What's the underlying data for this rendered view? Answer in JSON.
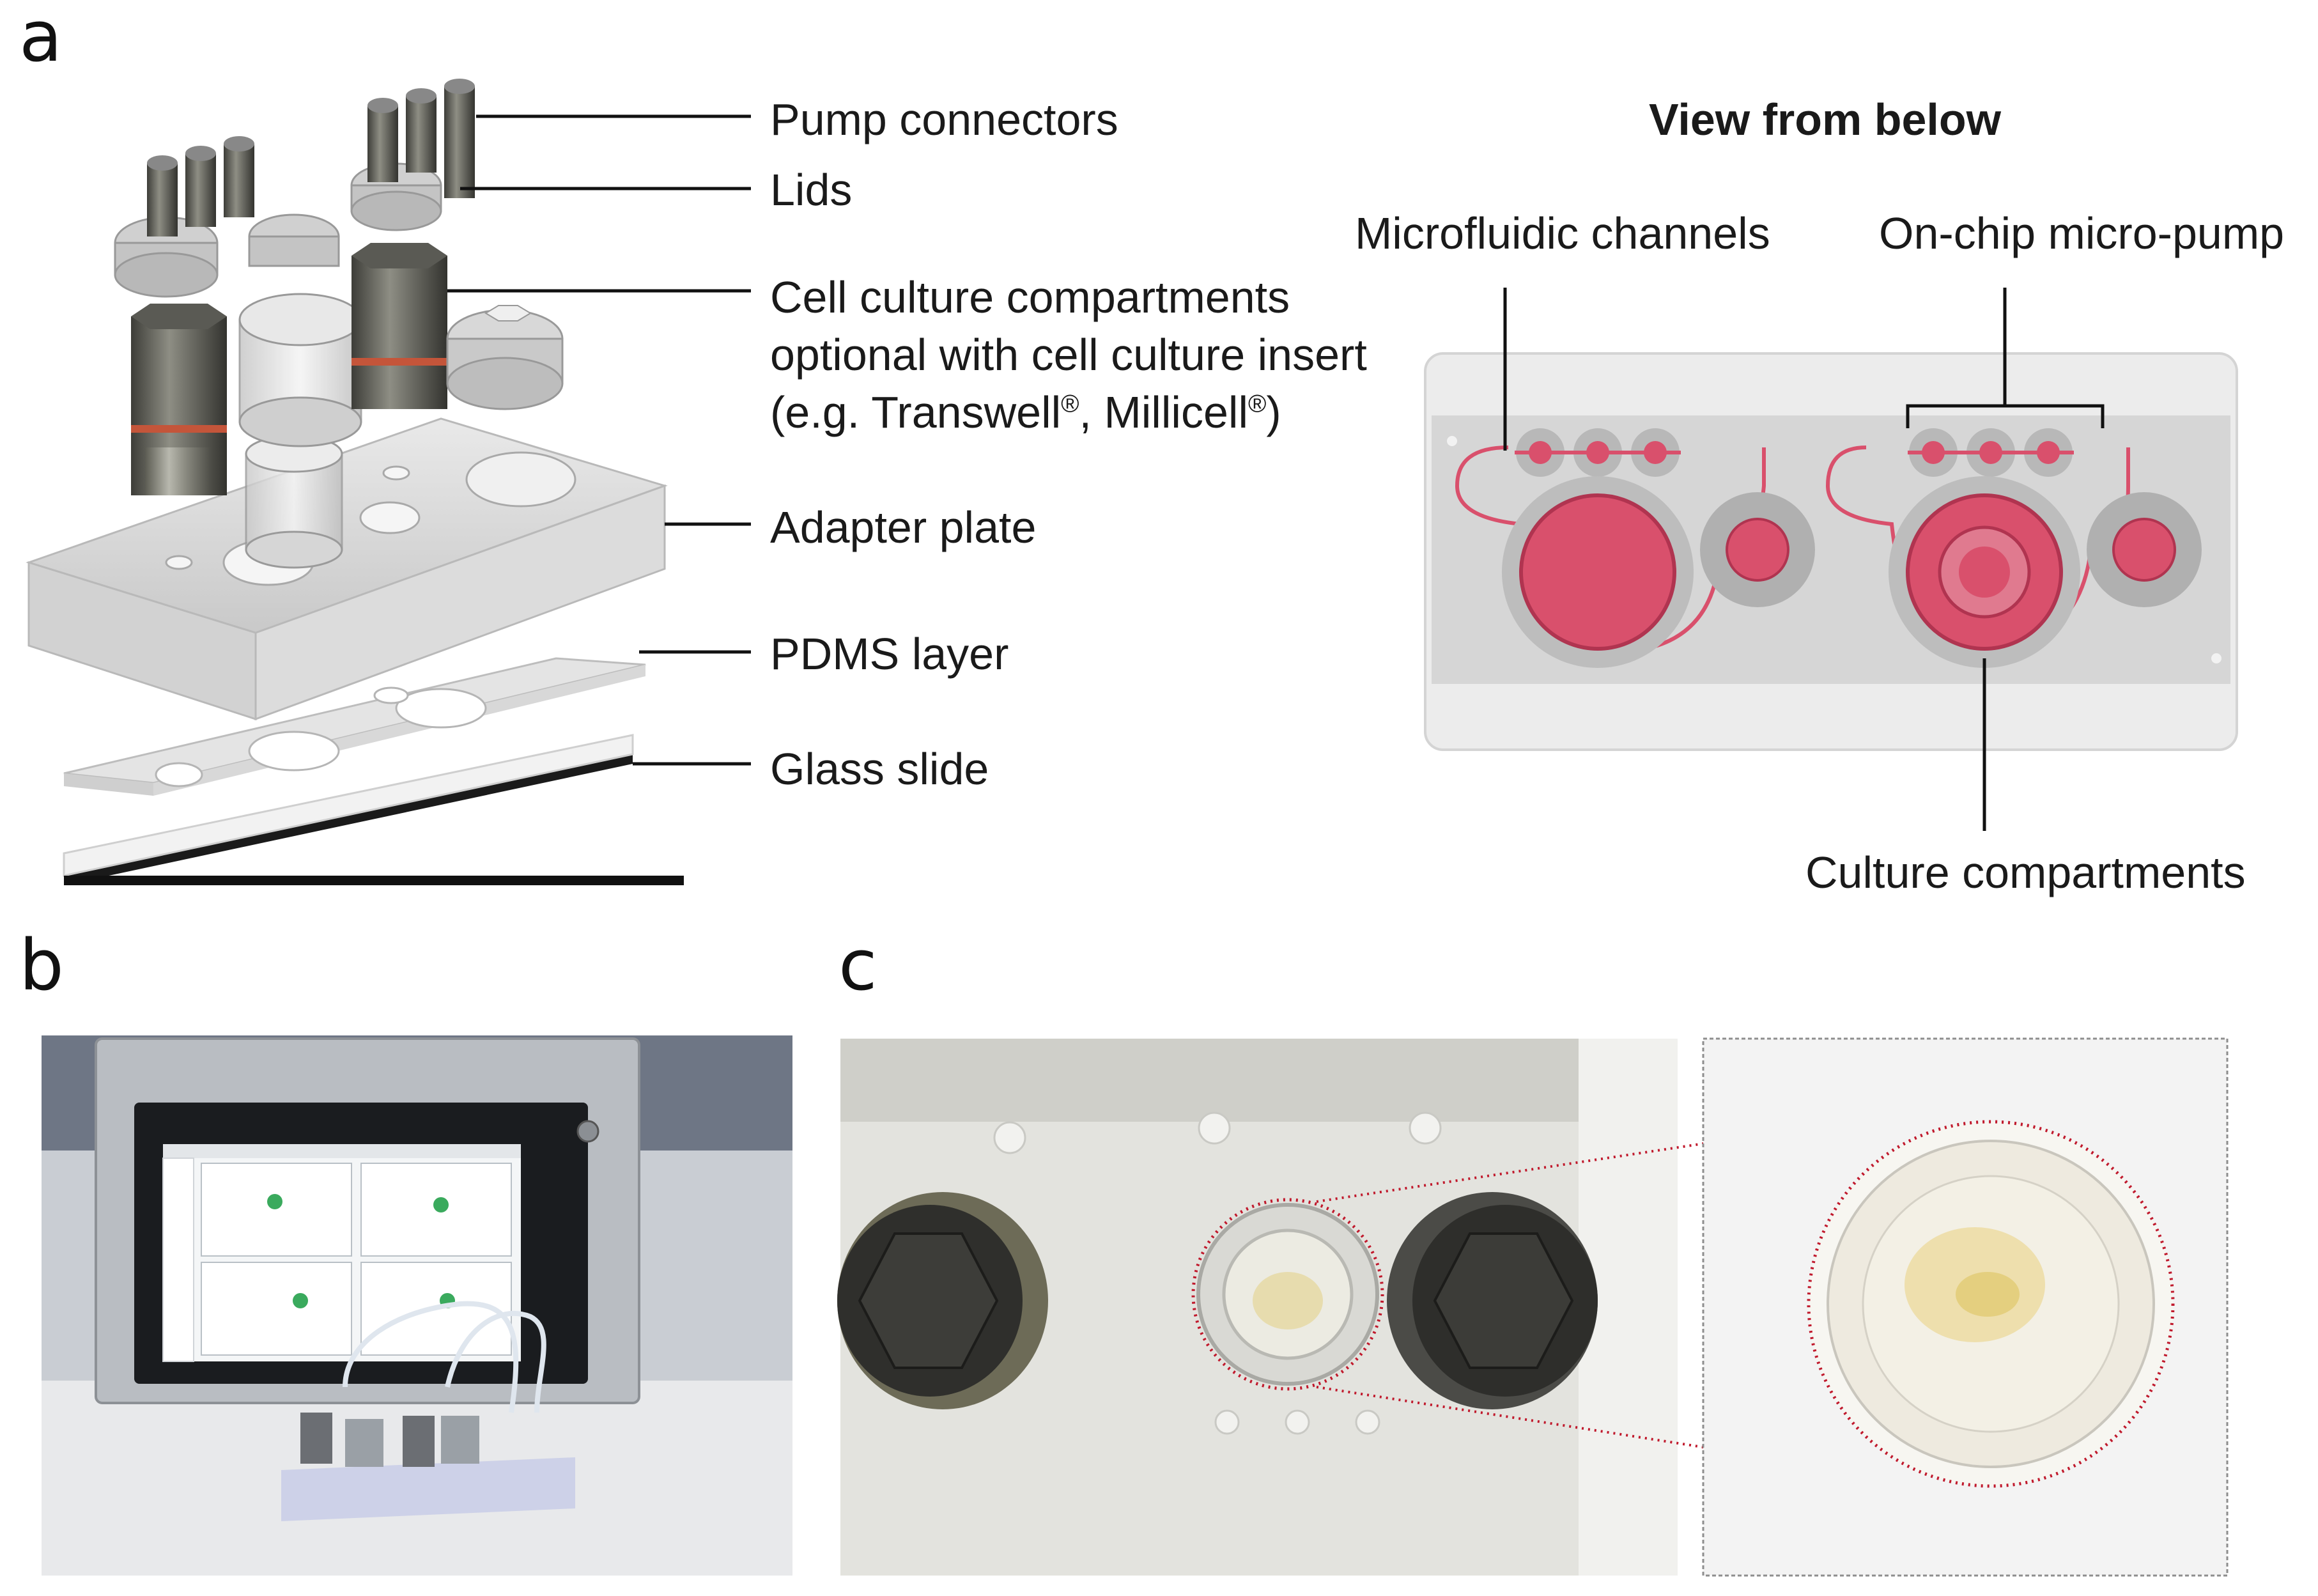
{
  "panels": {
    "a": {
      "letter": "a",
      "callouts": {
        "pump_connectors": "Pump connectors",
        "lids": "Lids",
        "cell_culture_line1": "Cell culture compartments",
        "cell_culture_line2": "optional with cell culture insert",
        "cell_culture_line3_prefix": "(e.g. Transwell",
        "registered": "®",
        "cell_culture_line3_mid": ", Millicell",
        "cell_culture_line3_suffix": ")",
        "adapter_plate": "Adapter plate",
        "pdms_layer": "PDMS layer",
        "glass_slide": "Glass slide"
      },
      "view_from_below": {
        "title": "View from below",
        "microfluidic_channels": "Microfluidic channels",
        "micro_pump": "On-chip micro-pump",
        "culture_compartments": "Culture compartments"
      }
    },
    "b": {
      "letter": "b"
    },
    "c": {
      "letter": "c"
    }
  },
  "colors": {
    "channel_pink": "#d9506c",
    "chip_grey": "#d6d6d6",
    "zoom_outline": "#c0192c"
  }
}
